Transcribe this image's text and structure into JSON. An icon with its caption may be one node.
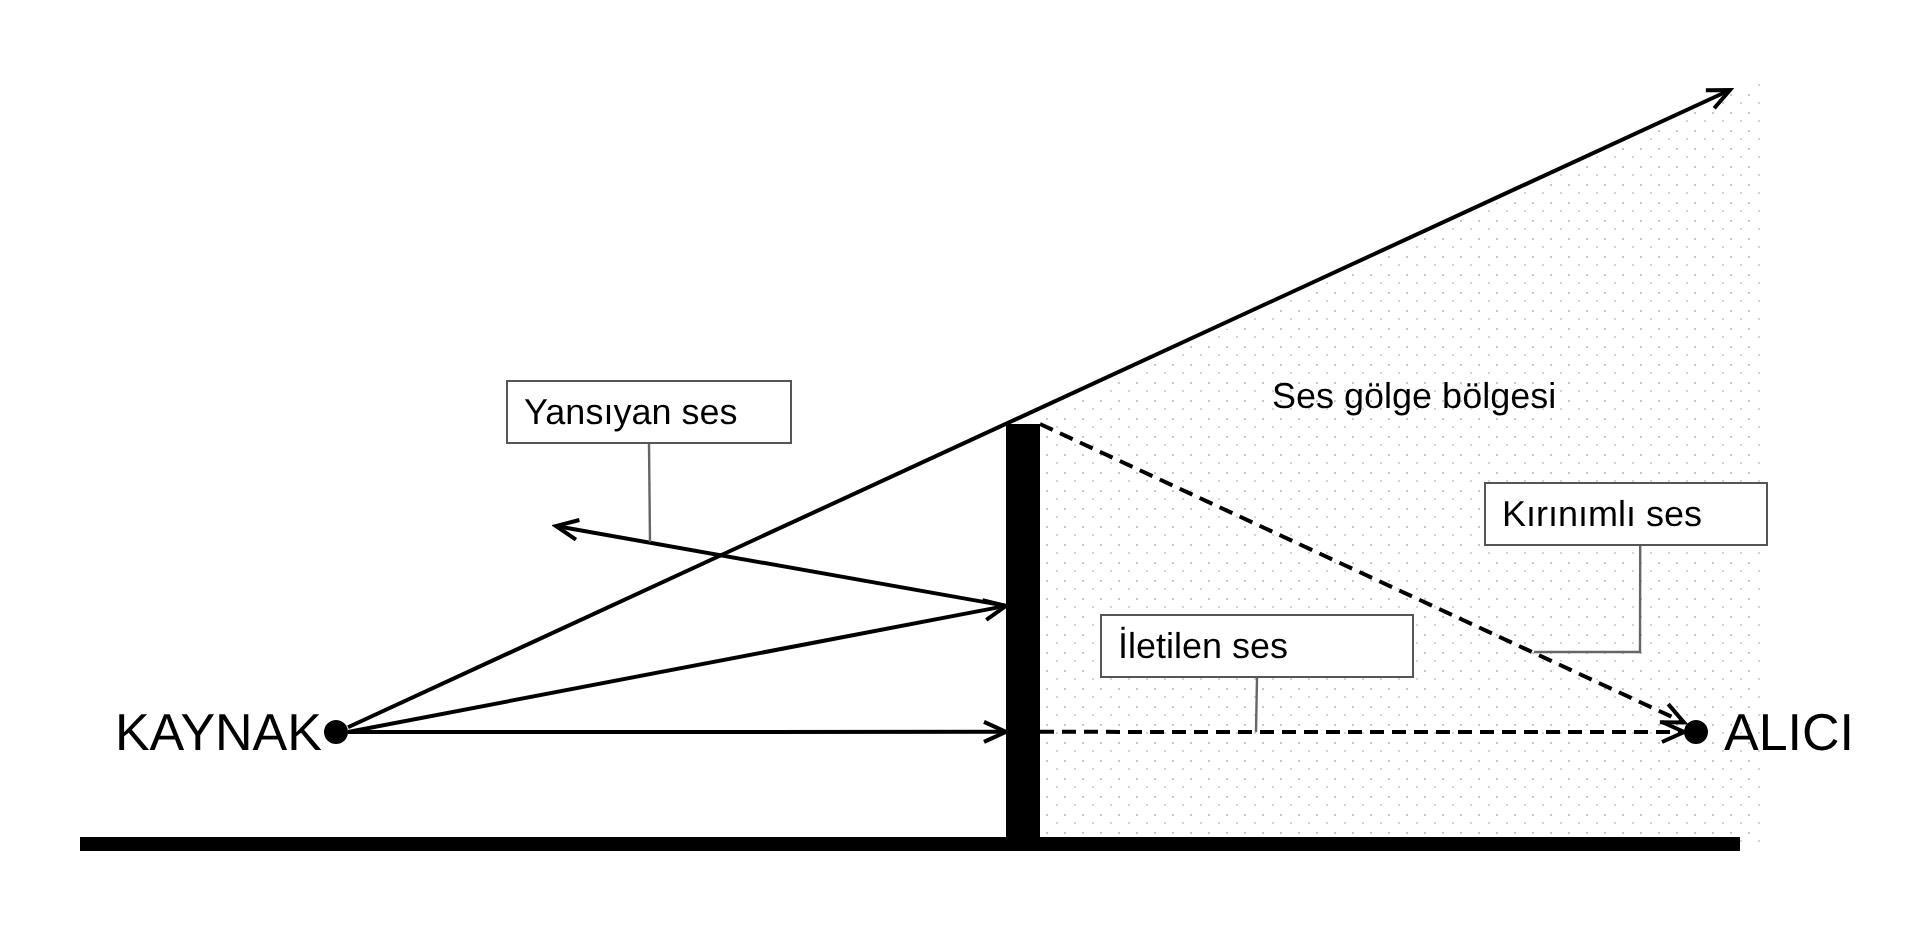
{
  "diagram": {
    "nodes": [
      {
        "text": [],
        "shape": "circle",
        "beside": [
          "KAYNAK"
        ]
      },
      {
        "text": [],
        "shape": "bar"
      },
      {
        "text": [],
        "shape": "circle",
        "beside": [
          "ALICI"
        ]
      },
      {
        "text": [
          "Yansıyan ses"
        ]
      },
      {
        "text": [
          "İletilen ses"
        ]
      },
      {
        "text": [
          "Kırınımlı ses"
        ]
      }
    ],
    "edges": [
      {
        "from": 0,
        "to": null,
        "arrow": "to"
      },
      {
        "from": 0,
        "to": 1,
        "arrow": "to"
      },
      {
        "from": 1,
        "to": null,
        "arrow": "to"
      },
      {
        "from": 0,
        "to": 1,
        "arrow": "to"
      },
      {
        "from": 1,
        "to": 2,
        "arrow": "to",
        "style": "dashed"
      },
      {
        "from": 1,
        "to": 2,
        "arrow": "to",
        "style": "dashed"
      },
      {
        "from": 3,
        "to": null,
        "arrow": "none",
        "color": "#666666"
      },
      {
        "from": 4,
        "to": null,
        "arrow": "none",
        "color": "#666666"
      },
      {
        "from": 5,
        "to": null,
        "arrow": "none",
        "color": "#666666"
      }
    ],
    "labels": [
      "Ses gölge bölgesi"
    ]
  }
}
